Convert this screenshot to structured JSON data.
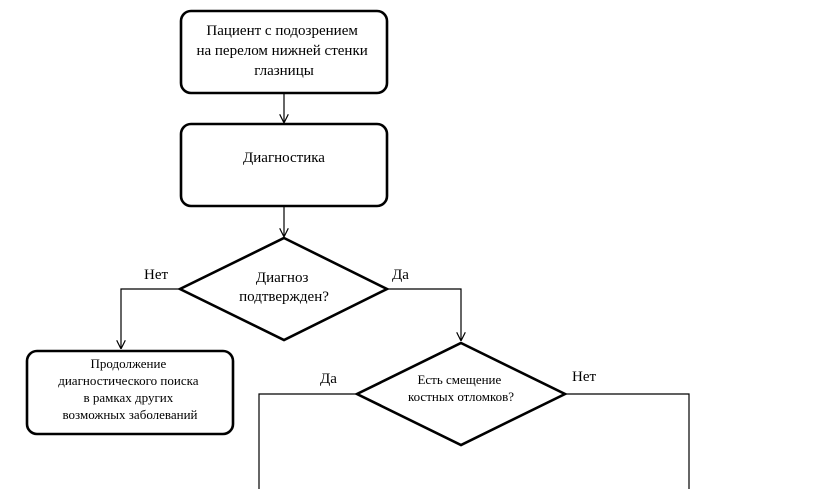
{
  "flowchart": {
    "start_box": {
      "lines": [
        "Пациент с подозрением",
        "на перелом нижней стенки",
        "глазницы"
      ]
    },
    "diagnostics_box": {
      "lines": [
        "Диагностика"
      ]
    },
    "decision_confirmed": {
      "lines": [
        "Диагноз",
        "подтвержден?"
      ],
      "no_label": "Нет",
      "yes_label": "Да"
    },
    "continue_box": {
      "lines": [
        "Продолжение",
        "диагностического поиска",
        "в рамках других",
        "возможных заболеваний"
      ]
    },
    "decision_displacement": {
      "lines": [
        "Есть смещение",
        "костных отломков?"
      ],
      "yes_label": "Да",
      "no_label": "Нет"
    }
  }
}
